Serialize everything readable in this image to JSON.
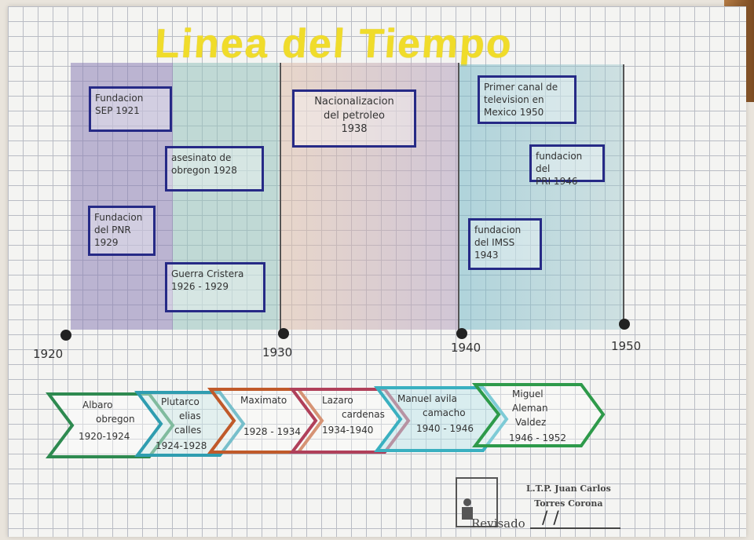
{
  "title": "Linea del Tiempo",
  "years": [
    "1920",
    "1930",
    "1940",
    "1950"
  ],
  "events": [
    {
      "lines": [
        "Fundacion",
        "SEP 1921"
      ]
    },
    {
      "lines": [
        "asesinato de",
        "obregon 1928"
      ]
    },
    {
      "lines": [
        "Fundacion",
        "del PNR",
        "1929"
      ]
    },
    {
      "lines": [
        "Guerra Cristera",
        "1926 - 1929"
      ]
    },
    {
      "lines": [
        "Nacionalizacion",
        "del petroleo",
        "1938"
      ]
    },
    {
      "lines": [
        "Primer canal de",
        "television en",
        "Mexico 1950"
      ]
    },
    {
      "lines": [
        "fundacion del",
        "PRI 1946"
      ]
    },
    {
      "lines": [
        "fundacion",
        "del IMSS",
        "1943"
      ]
    }
  ],
  "presidents": [
    {
      "lines": [
        "Albaro",
        "obregon",
        "1920-1924"
      ],
      "color": "#2e8a50"
    },
    {
      "lines": [
        "Plutarco",
        "elias",
        "calles",
        "1924-1928"
      ],
      "color": "#2f9db0"
    },
    {
      "lines": [
        "Maximato",
        "1928 - 1934"
      ],
      "color": "#c05a2a"
    },
    {
      "lines": [
        "Lazaro",
        "cardenas",
        "1934-1940"
      ],
      "color": "#b0405a"
    },
    {
      "lines": [
        "Manuel avila",
        "camacho",
        "1940 - 1946"
      ],
      "color": "#3ab0c0"
    },
    {
      "lines": [
        "Miguel",
        "Aleman",
        "Valdez",
        "1946 - 1952"
      ],
      "color": "#2e9a4a"
    }
  ],
  "stamp": {
    "name_line1": "L.T.P. Juan Carlos",
    "name_line2": "Torres Corona",
    "revisado": "Revisado",
    "slashes": "/ /"
  }
}
